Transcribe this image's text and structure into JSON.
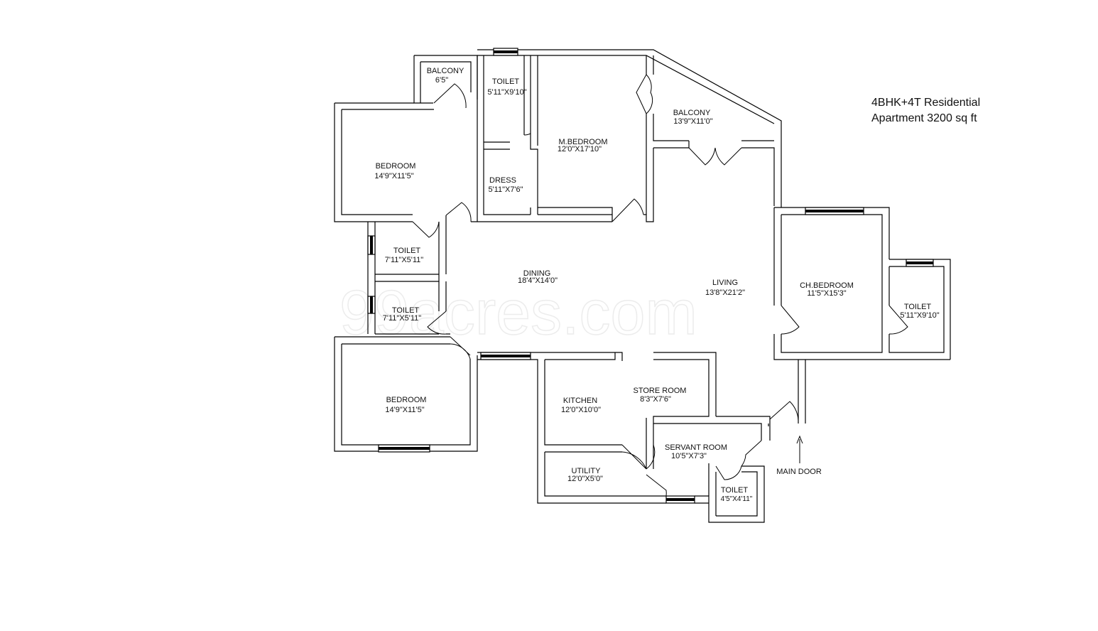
{
  "title": {
    "line1": "4BHK+4T Residential",
    "line2": "Apartment 3200 sq ft"
  },
  "watermark": "99acres.com",
  "rooms": [
    {
      "id": "balcony-top",
      "name": "BALCONY",
      "size": "6'5\""
    },
    {
      "id": "toilet-top",
      "name": "TOILET",
      "size": "5'11\"X9'10\""
    },
    {
      "id": "m-bedroom",
      "name": "M.BEDROOM",
      "size": "12'0\"X17'10\""
    },
    {
      "id": "balcony-right",
      "name": "BALCONY",
      "size": "13'9\"X11'0\""
    },
    {
      "id": "bedroom-top",
      "name": "BEDROOM",
      "size": "14'9\"X11'5\""
    },
    {
      "id": "dress",
      "name": "DRESS",
      "size": "5'11\"X7'6\""
    },
    {
      "id": "toilet-left-1",
      "name": "TOILET",
      "size": "7'11\"X5'11\""
    },
    {
      "id": "dining",
      "name": "DINING",
      "size": "18'4\"X14'0\""
    },
    {
      "id": "living",
      "name": "LIVING",
      "size": "13'8\"X21'2\""
    },
    {
      "id": "ch-bedroom",
      "name": "CH.BEDROOM",
      "size": "11'5\"X15'3\""
    },
    {
      "id": "toilet-right",
      "name": "TOILET",
      "size": "5'11\"X9'10\""
    },
    {
      "id": "toilet-left-2",
      "name": "TOILET",
      "size": "7'11\"X5'11\""
    },
    {
      "id": "bedroom-bottom",
      "name": "BEDROOM",
      "size": "14'9\"X11'5\""
    },
    {
      "id": "kitchen",
      "name": "KITCHEN",
      "size": "12'0\"X10'0\""
    },
    {
      "id": "store-room",
      "name": "STORE ROOM",
      "size": "8'3\"X7'6\""
    },
    {
      "id": "servant-room",
      "name": "SERVANT ROOM",
      "size": "10'5\"X7'3\""
    },
    {
      "id": "utility",
      "name": "UTILITY",
      "size": "12'0\"X5'0\""
    },
    {
      "id": "toilet-servant",
      "name": "TOILET",
      "size": "4'5\"X4'11\""
    }
  ],
  "main_door": "MAIN DOOR"
}
